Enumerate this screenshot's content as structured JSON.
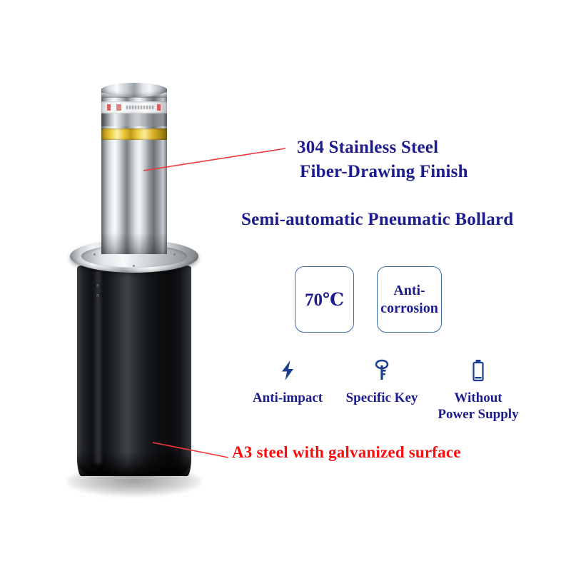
{
  "page": {
    "background_color": "#ffffff",
    "accent_blue": "#1c1c8f",
    "accent_red": "#fb0d0d",
    "box_border_blue": "#3f6bab"
  },
  "product": {
    "name": "semi-automatic-pneumatic-bollard",
    "post_material": "brushed stainless steel",
    "base_material": "black galvanized steel",
    "reflective_band_color": "#e9c437",
    "label_band_color": "#ffffff"
  },
  "headline": {
    "text": "Semi-automatic Pneumatic Bollard"
  },
  "annotations": {
    "steel": {
      "line1": "304 Stainless Steel",
      "line2": "Fiber-Drawing Finish",
      "color": "#1c1c8f",
      "leader_color": "#f0383a"
    },
    "base": {
      "text": "A3 steel with galvanized surface",
      "color": "#fb0d0d",
      "leader_color": "#f0383a"
    }
  },
  "spec_boxes": [
    {
      "id": "temperature",
      "text": "70℃"
    },
    {
      "id": "anti-corrosion",
      "text": "Anti-\ncorrosion"
    }
  ],
  "features": [
    {
      "id": "anti-impact",
      "icon": "lightning-bolt-icon",
      "label": "Anti-impact"
    },
    {
      "id": "specific-key",
      "icon": "key-icon",
      "label": "Specific Key"
    },
    {
      "id": "without-power",
      "icon": "battery-icon",
      "label": "Without\nPower Supply"
    }
  ]
}
